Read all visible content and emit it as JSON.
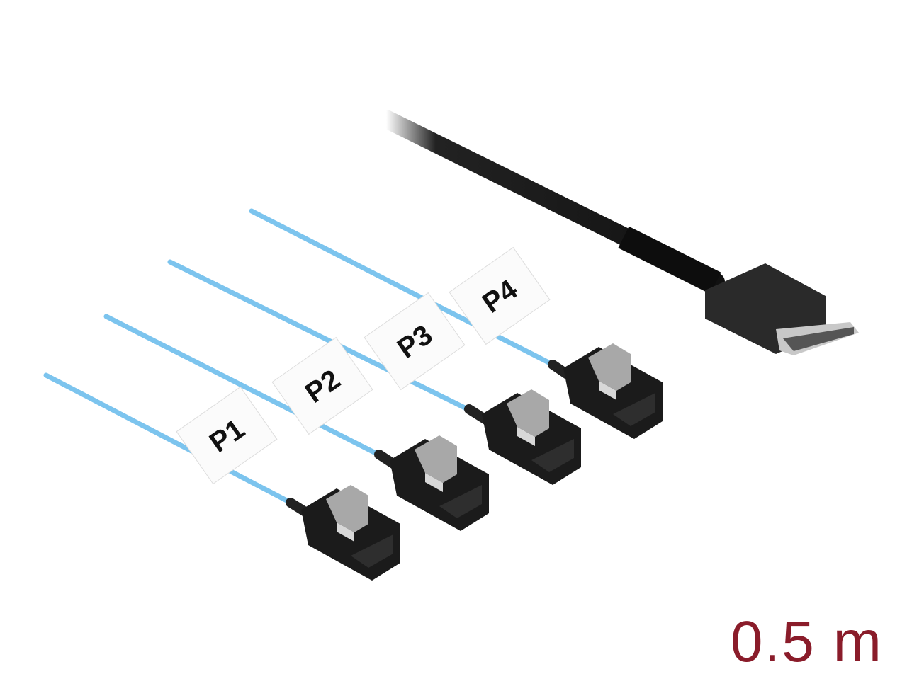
{
  "product": {
    "port_labels": [
      "P1",
      "P2",
      "P3",
      "P4"
    ],
    "length_label": "0.5 m",
    "colors": {
      "length_text": "#8a1c2a",
      "sata_cable": "#7cc4ee",
      "main_cable": "#1a1a1a"
    }
  }
}
